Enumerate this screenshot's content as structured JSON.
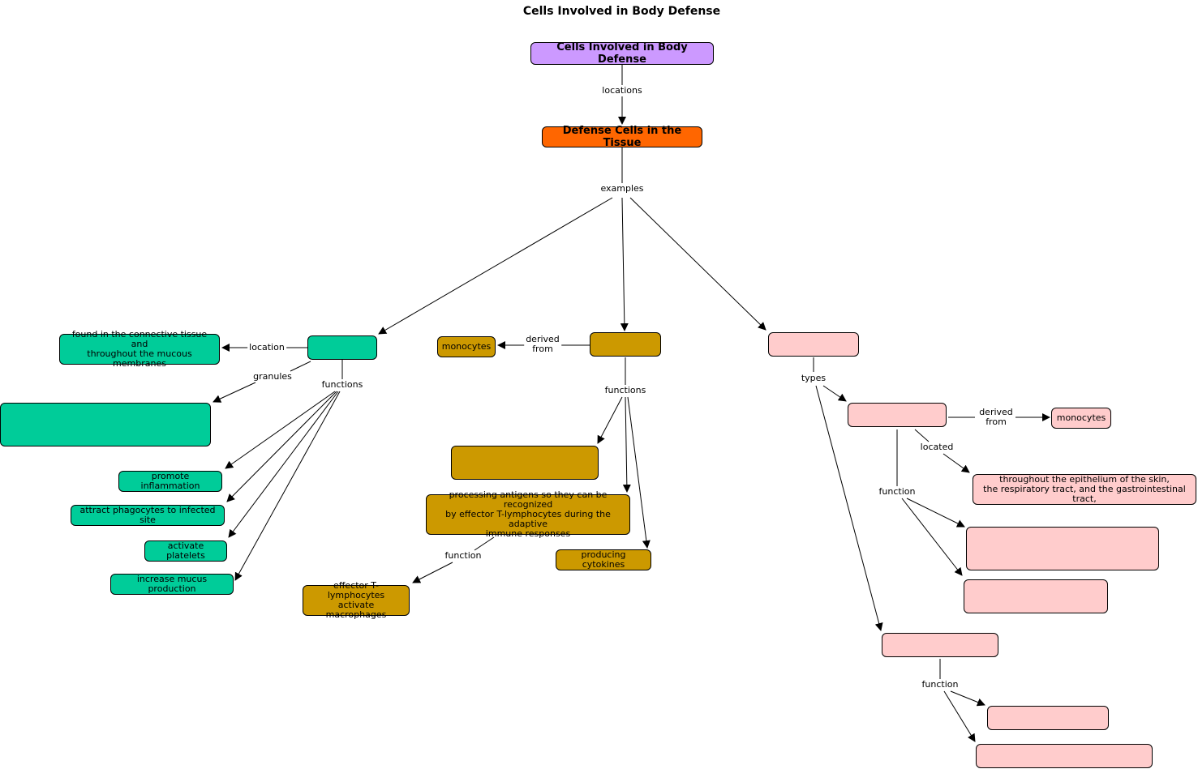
{
  "title": "Cells Involved in Body Defense",
  "colors": {
    "purple": "#cc99ff",
    "orange": "#ff6600",
    "green": "#00cc99",
    "gold": "#cc9900",
    "pink": "#ffcccc"
  },
  "concepts": {
    "root": "Cells Involved in Body Defense",
    "tissue": "Defense Cells in the Tissue",
    "mast": "",
    "mast_location": "found in the connective tissue and\nthroughout the mucous membranes",
    "mast_granules": "",
    "promote_inflammation": "promote inflammation",
    "attract_phagocytes": "attract phagocytes to infected site",
    "activate_platelets": "activate platelets",
    "increase_mucus": "increase mucus production",
    "macrophage": "",
    "monocytes_left": "monocytes",
    "macro_fn1": "",
    "processing_antigens": "processing antigens so they can be recognized\nby effector T-lymphocytes during the adaptive\nimmune responses",
    "producing_cytokines": "producing cytokines",
    "effector_t": "effector T-lymphocytes\nactivate macrophages",
    "dendritic": "",
    "dendritic_type1": "",
    "monocytes_right": "monocytes",
    "epithelium": "throughout the epithelium of the skin,\nthe respiratory tract, and the gastrointestinal tract,",
    "type1_fn1": "",
    "type1_fn2": "",
    "dendritic_type2": "",
    "type2_fn1": "",
    "type2_fn2": ""
  },
  "linking_phrases": {
    "locations": "locations",
    "examples": "examples",
    "location": "location",
    "granules": "granules",
    "functions_green": "functions",
    "derived_from_left": "derived\nfrom",
    "functions_gold": "functions",
    "function_gold": "function",
    "types": "types",
    "derived_from_right": "derived\nfrom",
    "located": "located",
    "function_pink1": "function",
    "function_pink2": "function"
  }
}
